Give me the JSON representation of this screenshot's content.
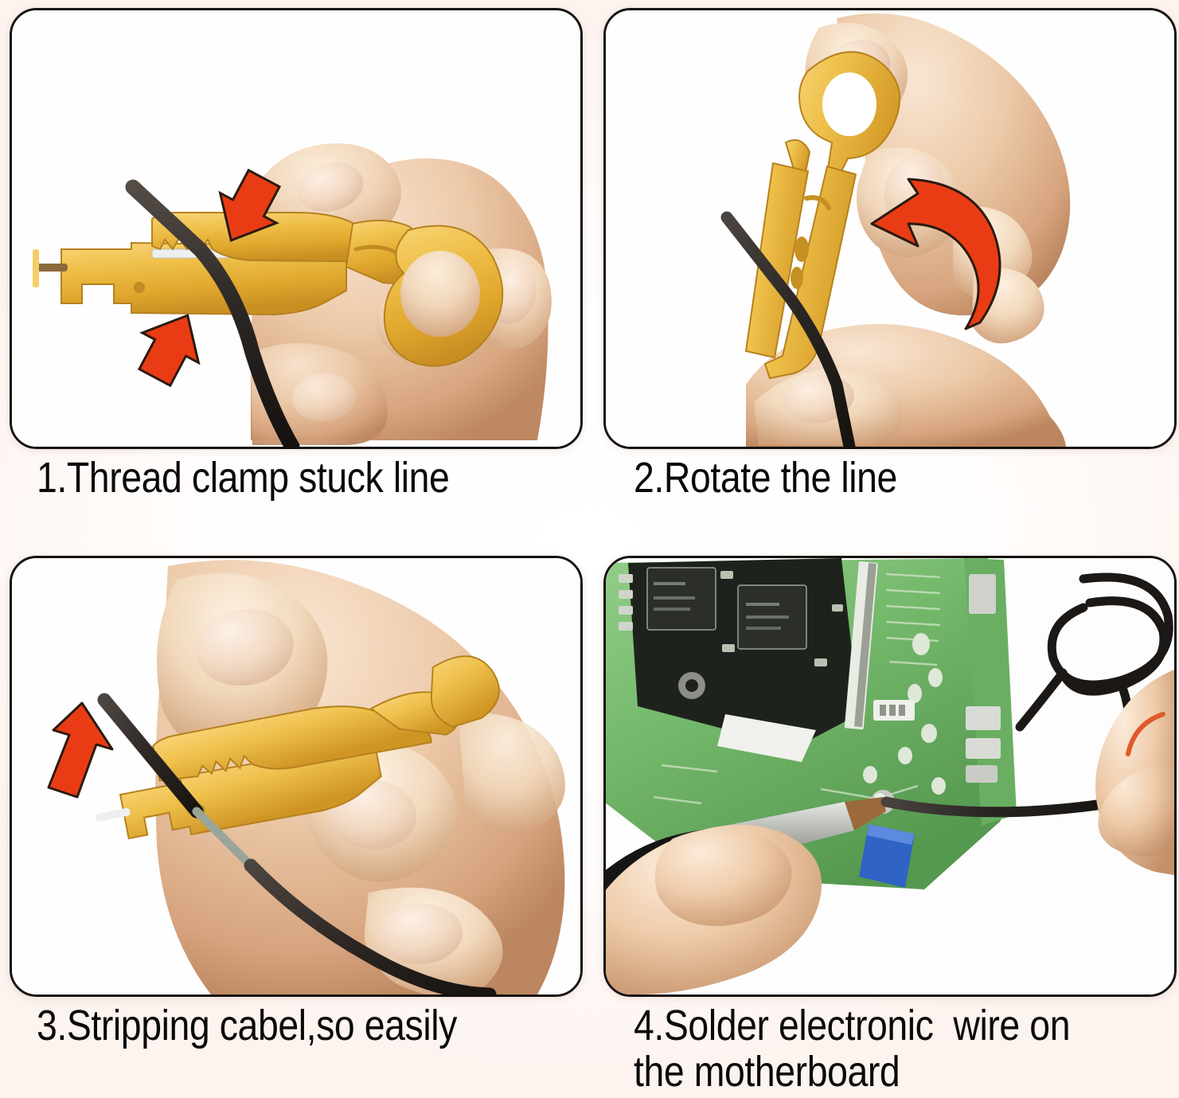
{
  "document": {
    "kind": "instruction-steps-infographic",
    "title": "Wire stripper usage steps",
    "background_color": "#ffffff",
    "panel_border_color": "#16120f",
    "caption_color": "#0a0a0a"
  },
  "palette": {
    "tool_yellow": "#eebe45",
    "tool_yellow_dark": "#cf9526",
    "arrow_red": "#ea3c14",
    "arrow_outline": "#2b1a10",
    "wire_black": "#2c2724",
    "skin": "#e8c3a2",
    "nail": "#f3d9c5",
    "pcb_green": "#74b86c",
    "chip_black": "#1c1f1a",
    "connector_blue": "#2f63c4",
    "solder_silver": "#c9ccc6",
    "iron_handle": "#151515",
    "iron_barrel": "#b9b9b4"
  },
  "steps": [
    {
      "number": "1",
      "caption": "1.Thread clamp stuck line",
      "panel_name": "step-1-panel",
      "scene": "A hand squeezes a yellow plastic wire stripper with a black wire inserted in the notch",
      "arrows": [
        {
          "name": "squeeze-arrow-top",
          "direction": "down-left",
          "color": "#ea3c14"
        },
        {
          "name": "squeeze-arrow-bottom",
          "direction": "up-right",
          "color": "#ea3c14"
        }
      ],
      "objects": [
        "hand",
        "wire-stripper-tool",
        "black-wire"
      ]
    },
    {
      "number": "2",
      "caption": "2.Rotate the line",
      "panel_name": "step-2-panel",
      "scene": "Two hands hold the yellow stripper vertically and rotate it around the black wire",
      "arrows": [
        {
          "name": "rotate-arrow",
          "direction": "curved-counterclockwise",
          "color": "#ea3c14"
        }
      ],
      "objects": [
        "hand-upper",
        "hand-lower",
        "wire-stripper-tool",
        "black-wire"
      ]
    },
    {
      "number": "3",
      "caption": "3.Stripping cabel,so easily",
      "panel_name": "step-3-panel",
      "scene": "The stripper is pulled along the wire, sliding the insulation off and exposing bare conductor",
      "arrows": [
        {
          "name": "pull-arrow",
          "direction": "up-left",
          "color": "#ea3c14"
        }
      ],
      "objects": [
        "hand",
        "wire-stripper-tool",
        "black-wire",
        "exposed-conductor"
      ]
    },
    {
      "number": "4",
      "caption_line_1": "4.Solder electronic  wire on",
      "caption_line_2": "the motherboard",
      "panel_name": "step-4-panel",
      "scene": "A soldering iron in the left hand solders a stripped black wire to a green motherboard; a coil of spare wire lies at the right",
      "arrows": [],
      "objects": [
        "green-motherboard",
        "memory-chips",
        "soldering-iron",
        "black-wire",
        "wire-coil",
        "blue-connector",
        "left-hand",
        "right-hand"
      ]
    }
  ]
}
